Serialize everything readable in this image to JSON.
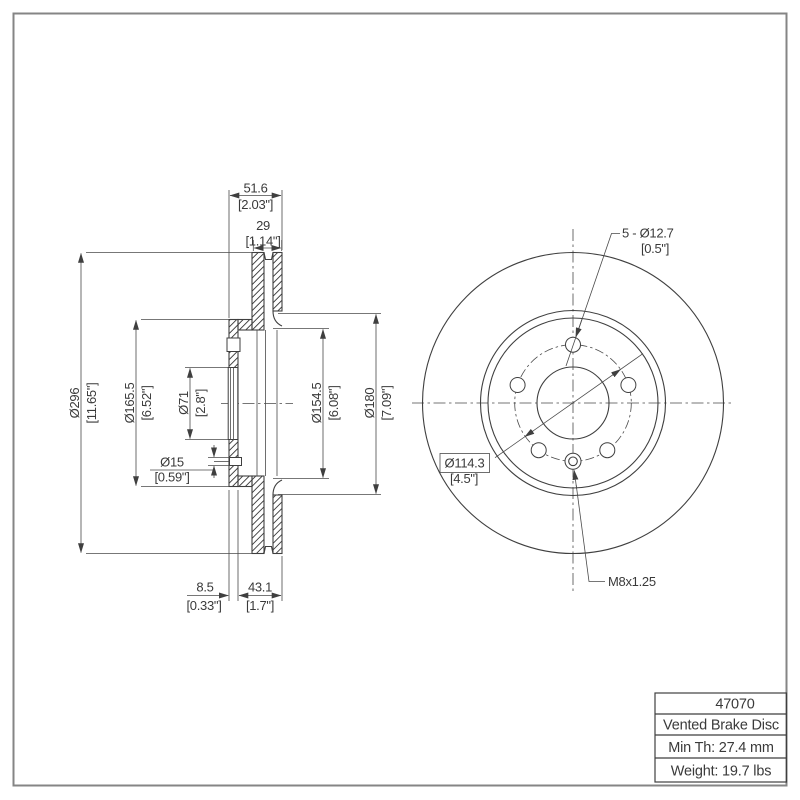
{
  "drawing": {
    "type": "technical-drawing",
    "subject": "vented brake disc, section view and front view"
  },
  "section_view": {
    "dims": {
      "overall_width_mm": "51.6",
      "overall_width_in": "[2.03\"]",
      "disc_thickness_mm": "29",
      "disc_thickness_in": "[1.14\"]",
      "outer_diameter_mm": "Ø296",
      "outer_diameter_in": "[11.65\"]",
      "hat_diameter_mm": "Ø165.5",
      "hat_diameter_in": "[6.52\"]",
      "bore_diameter_mm": "Ø71",
      "bore_diameter_in": "[2.8\"]",
      "small_hole_diameter_mm": "Ø15",
      "small_hole_diameter_in": "[0.59\"]",
      "inner_friction_diameter_mm": "Ø154.5",
      "inner_friction_diameter_in": "[6.08\"]",
      "friction_band_diameter_mm": "Ø180",
      "friction_band_diameter_in": "[7.09\"]",
      "flange_thickness_mm": "8.5",
      "flange_thickness_in": "[0.33\"]",
      "hat_depth_mm": "43.1",
      "hat_depth_in": "[1.7\"]"
    }
  },
  "front_view": {
    "annotations": {
      "lug_holes_mm": "5 - Ø12.7",
      "lug_holes_in": "[0.5\"]",
      "bolt_circle_mm": "Ø114.3",
      "bolt_circle_in": "[4.5\"]",
      "set_screw_thread": "M8x1.25"
    }
  },
  "title_block": {
    "part_number": "47070",
    "product": "Vented Brake Disc",
    "min_thickness": "Min Th: 27.4 mm",
    "weight": "Weight: 19.7 lbs"
  },
  "colors": {
    "line": "#3f3f3f",
    "text": "#3a3a3a",
    "frame": "#858585",
    "background": "#ffffff"
  }
}
